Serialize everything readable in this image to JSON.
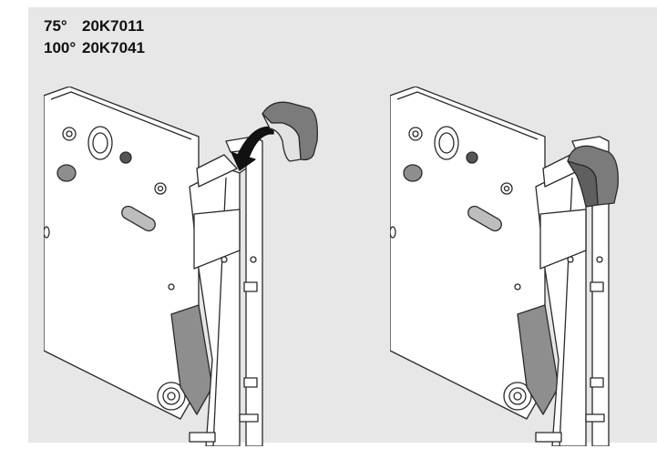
{
  "variants": [
    {
      "angle": "75°",
      "code": "20K7011"
    },
    {
      "angle": "100°",
      "code": "20K7041"
    }
  ],
  "colors": {
    "panel": "#e7e7e7",
    "body": "#ffffff",
    "line": "#2a2a2a",
    "cap": "#7b7b7b",
    "shade": "#8e8e8e"
  },
  "icons": {
    "arrow": "curved-arrow-icon",
    "cap": "cover-cap-icon"
  }
}
